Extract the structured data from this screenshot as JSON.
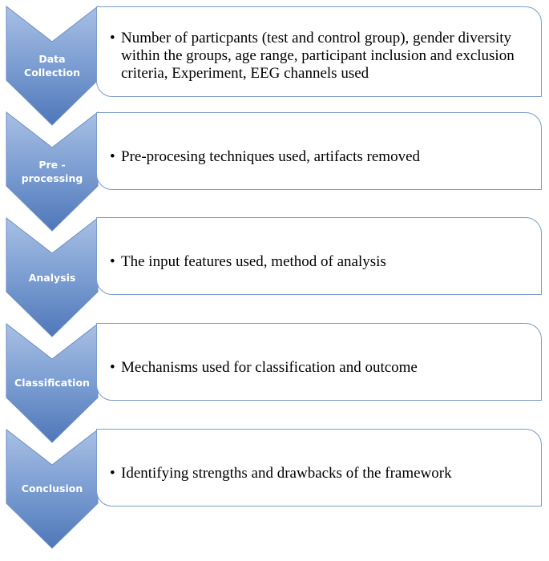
{
  "colors": {
    "chevron_top": "#a8c0e4",
    "chevron_mid": "#6f93cc",
    "chevron_bottom": "#4a72b5",
    "chevron_stroke": "#6a8ec6",
    "box_border": "#7a9cc9"
  },
  "bullet_glyph": "•",
  "steps": [
    {
      "label": "Data\nCollection",
      "text": "Number of particpants (test and control group), gender diversity within the groups, age range, participant inclusion and exclusion criteria, Experiment, EEG channels used"
    },
    {
      "label": "Pre -\nprocessing",
      "text": "Pre-procesing techniques used, artifacts removed"
    },
    {
      "label": "Analysis",
      "text": "The input features used, method of analysis"
    },
    {
      "label": "Classification",
      "text": "Mechanisms used for classification and outcome"
    },
    {
      "label": "Conclusion",
      "text": "Identifying strengths and drawbacks of the framework"
    }
  ]
}
